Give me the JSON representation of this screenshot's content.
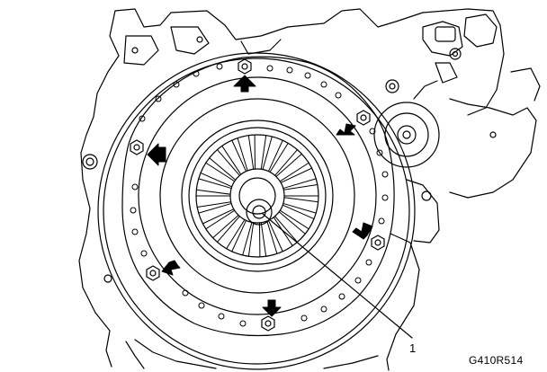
{
  "figure": {
    "code": "G410R514",
    "callouts": [
      {
        "label": "1"
      }
    ],
    "arrow_count": 6,
    "arrow_icon": "arrow-icon",
    "colors": {
      "line": "#000000",
      "background": "#ffffff"
    }
  }
}
